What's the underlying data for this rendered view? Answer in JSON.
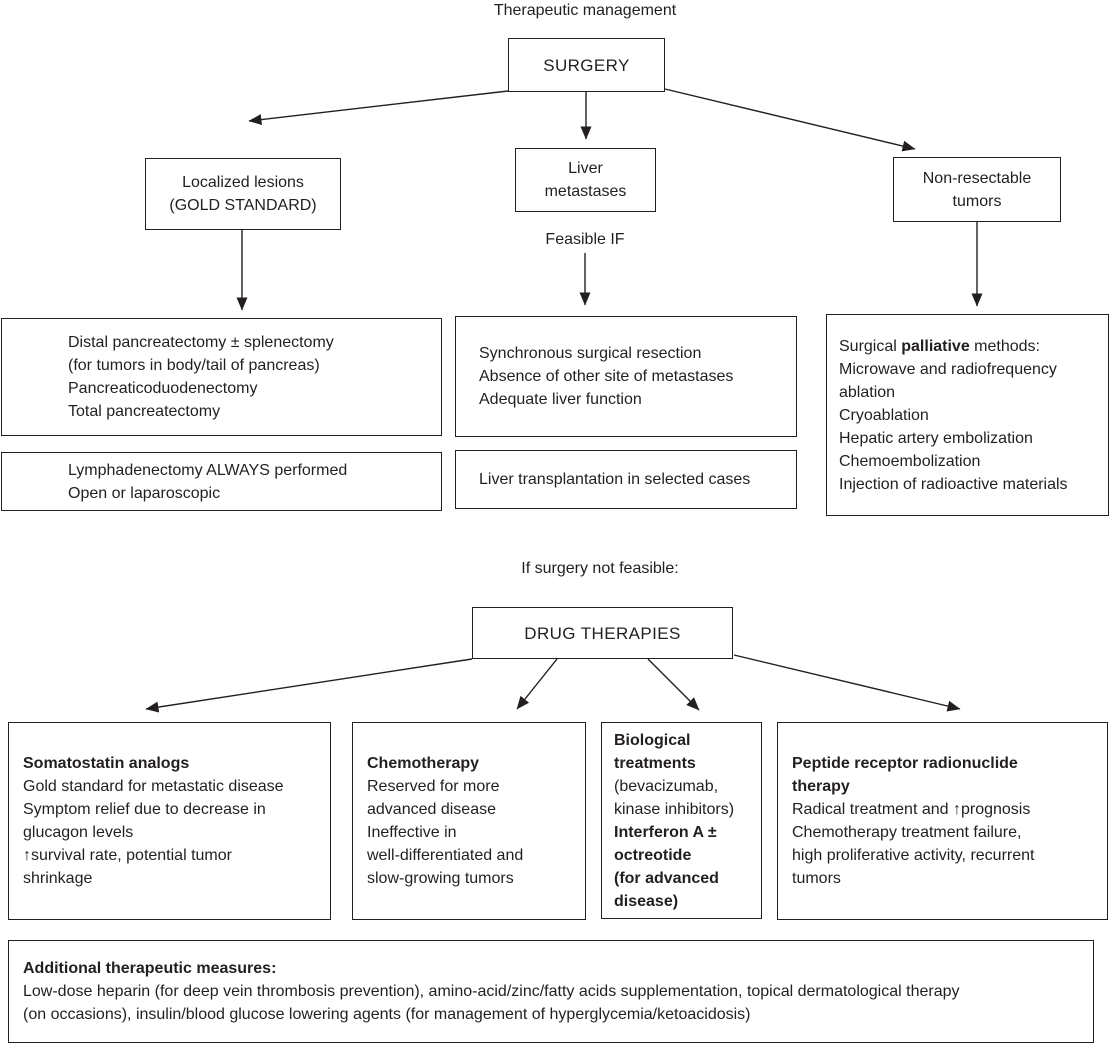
{
  "colors": {
    "ink": "#231f20",
    "background": "#ffffff"
  },
  "title": "Therapeutic management",
  "surgery": {
    "label": "SURGERY"
  },
  "branches": {
    "localized": {
      "lines": [
        "Localized lesions",
        "(GOLD STANDARD)"
      ]
    },
    "liver": {
      "lines": [
        "Liver",
        "metastases"
      ],
      "condition": "Feasible IF"
    },
    "non_resectable": {
      "lines": [
        "Non-resectable",
        "tumors"
      ]
    }
  },
  "surgery_details": {
    "localized_procedures": {
      "lines": [
        "Distal pancreatectomy ± splenectomy",
        "(for tumors in body/tail of pancreas)",
        "Pancreaticoduodenectomy",
        "Total pancreatectomy"
      ]
    },
    "lymphadenectomy": {
      "lines": [
        "Lymphadenectomy ALWAYS performed",
        "Open or laparoscopic"
      ]
    },
    "liver_criteria": {
      "lines": [
        "Synchronous surgical resection",
        "Absence of other site of metastases",
        "Adequate liver function"
      ]
    },
    "liver_transplant": {
      "lines": [
        "Liver transplantation in selected cases"
      ]
    },
    "palliative": {
      "heading": {
        "pre": "Surgical ",
        "bold": "palliative",
        "post": " methods:"
      },
      "lines": [
        "Microwave and radiofrequency",
        "ablation",
        "Cryoablation",
        "Hepatic artery embolization",
        "Chemoembolization",
        "Injection of radioactive materials"
      ]
    }
  },
  "drug_section": {
    "intro": "If surgery not feasible:",
    "header": {
      "label": "DRUG THERAPIES"
    },
    "somatostatin": {
      "title": "Somatostatin analogs",
      "lines": [
        "Gold standard for metastatic disease",
        "Symptom relief due to decrease in",
        "glucagon levels",
        "↑survival rate, potential tumor",
        "shrinkage"
      ]
    },
    "chemotherapy": {
      "title": "Chemotherapy",
      "lines": [
        "Reserved for more",
        "advanced disease",
        "Ineffective in",
        "well-differentiated and",
        "slow-growing tumors"
      ]
    },
    "biological": {
      "title_lines": [
        "Biological",
        "treatments"
      ],
      "plain_lines": [
        "(bevacizumab,",
        "kinase inhibitors)"
      ],
      "bold_lines": [
        "Interferon A ±",
        "octreotide",
        "(for advanced",
        "disease)"
      ]
    },
    "prrt": {
      "title_lines": [
        "Peptide receptor radionuclide",
        "therapy"
      ],
      "lines": [
        "Radical treatment and ↑prognosis",
        "Chemotherapy treatment failure,",
        "high proliferative activity, recurrent",
        "tumors"
      ]
    }
  },
  "additional_measures": {
    "title": "Additional therapeutic measures:",
    "lines": [
      "Low-dose heparin (for deep vein thrombosis prevention), amino-acid/zinc/fatty acids supplementation, topical dermatological therapy",
      "(on occasions), insulin/blood glucose lowering agents (for management of hyperglycemia/ketoacidosis)"
    ]
  }
}
